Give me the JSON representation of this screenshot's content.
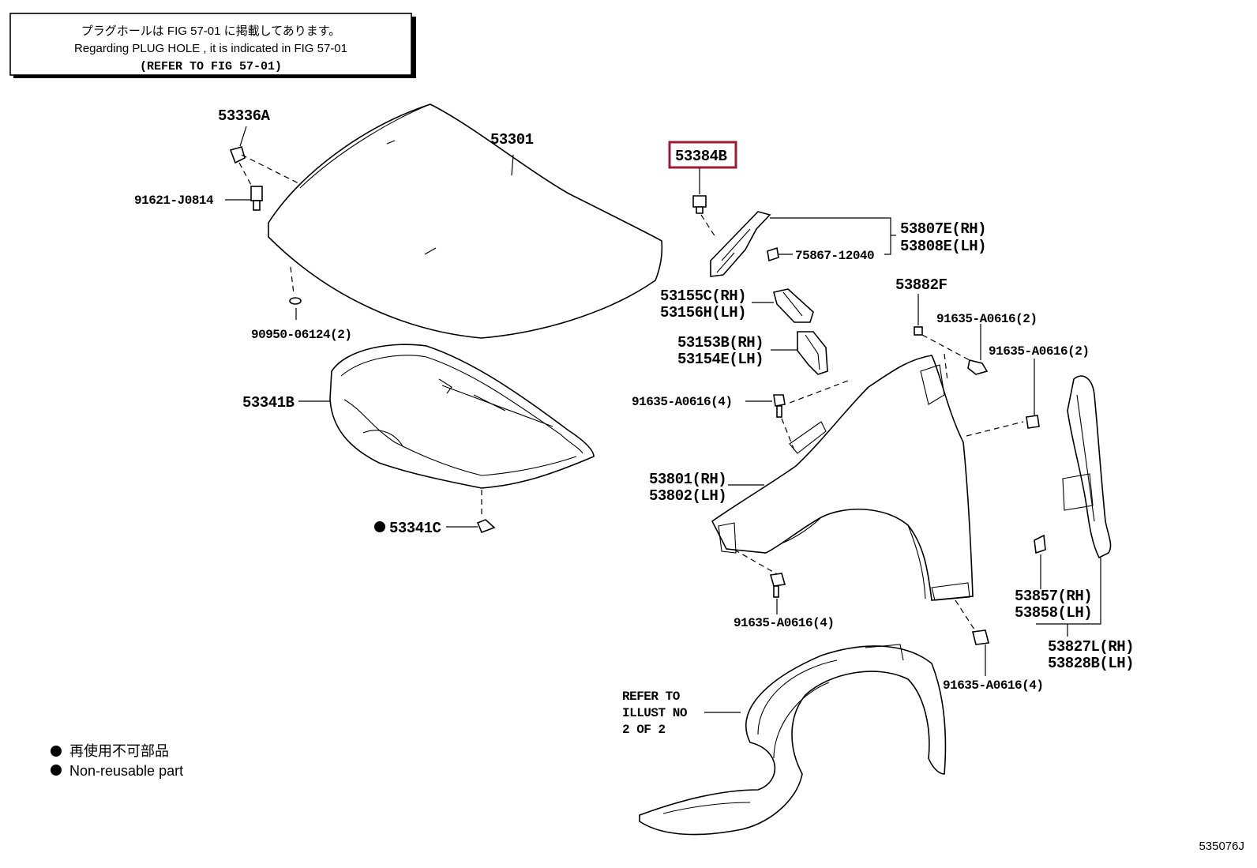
{
  "note_box": {
    "line_jp": "プラグホールは FIG 57-01 に掲載してあります。",
    "line_en": "Regarding PLUG HOLE , it is indicated in FIG 57-01",
    "line_ref": "(REFER TO FIG 57-01)"
  },
  "parts": {
    "p53336A": "53336A",
    "p53301": "53301",
    "p91621": "91621-J0814",
    "p90950": "90950-06124(2)",
    "p53341B": "53341B",
    "p53341C": "53341C",
    "p53384B": "53384B",
    "p53807E": "53807E(RH)",
    "p53808E": "53808E(LH)",
    "p75867": "75867-12040",
    "p53155C": "53155C(RH)",
    "p53156H": "53156H(LH)",
    "p53153B": "53153B(RH)",
    "p53154E": "53154E(LH)",
    "p53882F": "53882F",
    "p91635_a": "91635-A0616(2)",
    "p91635_b": "91635-A0616(2)",
    "p91635_c": "91635-A0616(4)",
    "p53801": "53801(RH)",
    "p53802": "53802(LH)",
    "p91635_d": "91635-A0616(4)",
    "p53857": "53857(RH)",
    "p53858": "53858(LH)",
    "p53827L": "53827L(RH)",
    "p53828B": "53828B(LH)",
    "p91635_e": "91635-A0616(4)",
    "refer_1": "REFER TO",
    "refer_2": "ILLUST NO",
    "refer_3": "2 OF 2"
  },
  "legend": {
    "jp": "再使用不可部品",
    "en": "Non-reusable part"
  },
  "figure_id": "535076J",
  "colors": {
    "highlight": "#9b1b35",
    "ink": "#000000"
  }
}
